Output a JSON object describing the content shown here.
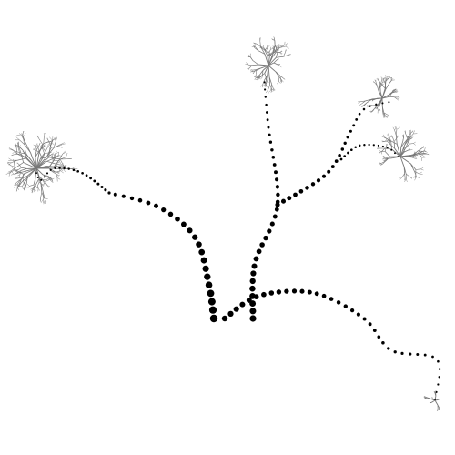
{
  "figure": {
    "background": "#ffffff",
    "ink_color": "#000000",
    "twig_color": "#777777",
    "style": "dotted branching tree",
    "branches": [
      "trunk-main",
      "branch-left",
      "branch-center-up",
      "branch-upper-right",
      "branch-right-middle",
      "branch-lower-right"
    ],
    "tufts": [
      "tuft-far-left",
      "tuft-top",
      "tuft-upper-right",
      "tuft-right",
      "tuft-bottom-right"
    ]
  }
}
